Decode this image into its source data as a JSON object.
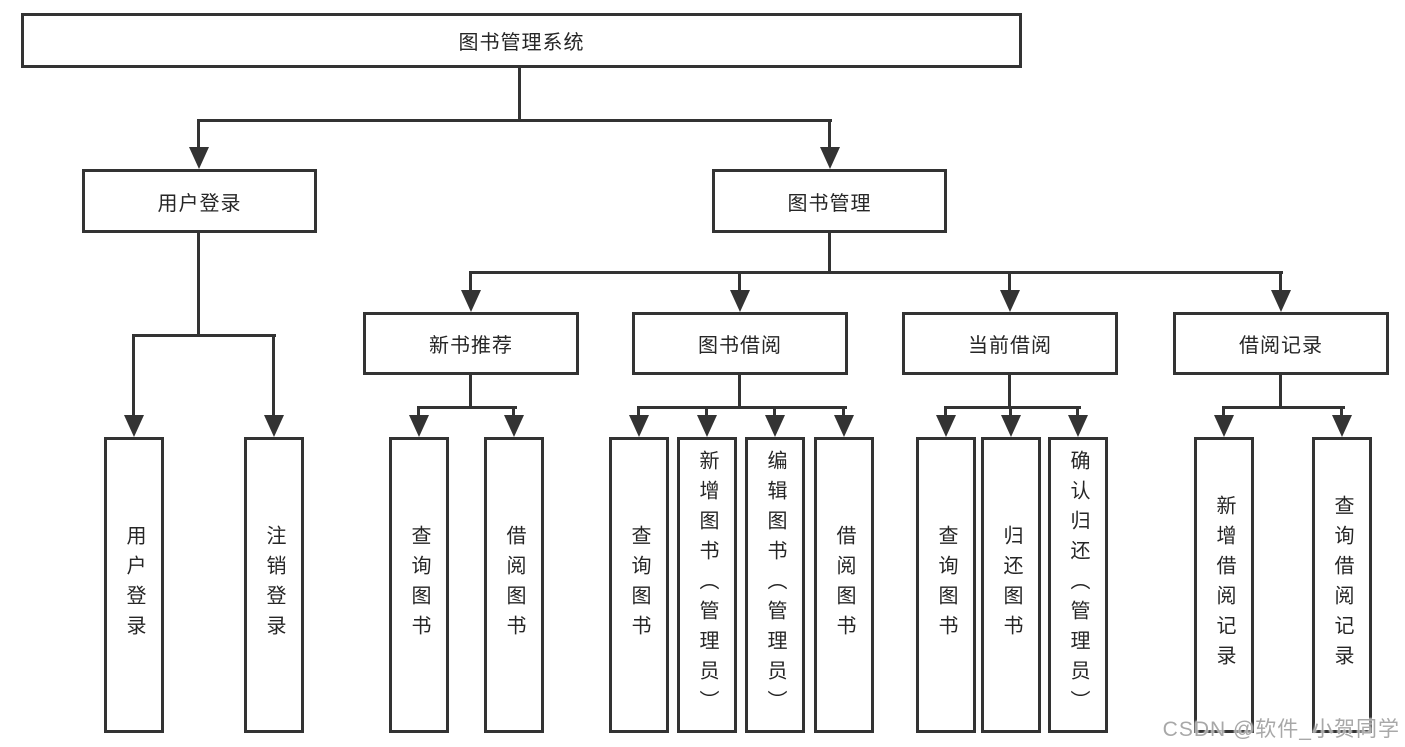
{
  "diagram": {
    "root": {
      "label": "图书管理系统"
    },
    "level2": [
      {
        "label": "用户登录"
      },
      {
        "label": "图书管理"
      }
    ],
    "level3": [
      {
        "label": "新书推荐",
        "parent": "图书管理"
      },
      {
        "label": "图书借阅",
        "parent": "图书管理"
      },
      {
        "label": "当前借阅",
        "parent": "图书管理"
      },
      {
        "label": "借阅记录",
        "parent": "图书管理"
      }
    ],
    "leaves": [
      {
        "label": "用户登录",
        "parent": "用户登录"
      },
      {
        "label": "注销登录",
        "parent": "用户登录"
      },
      {
        "label": "查询图书",
        "parent": "新书推荐"
      },
      {
        "label": "借阅图书",
        "parent": "新书推荐"
      },
      {
        "label": "查询图书",
        "parent": "图书借阅"
      },
      {
        "label": "新增图书（管理员）",
        "parent": "图书借阅"
      },
      {
        "label": "编辑图书（管理员）",
        "parent": "图书借阅"
      },
      {
        "label": "借阅图书",
        "parent": "图书借阅"
      },
      {
        "label": "查询图书",
        "parent": "当前借阅"
      },
      {
        "label": "归还图书",
        "parent": "当前借阅"
      },
      {
        "label": "确认归还（管理员）",
        "parent": "当前借阅"
      },
      {
        "label": "新增借阅记录",
        "parent": "借阅记录"
      },
      {
        "label": "查询借阅记录",
        "parent": "借阅记录"
      }
    ]
  },
  "watermark": {
    "text": "CSDN @软件_小贺同学",
    "color": "#a8a8a8"
  },
  "colors": {
    "line": "#333333",
    "text": "#262626",
    "background": "#ffffff",
    "box_fill": "#ffffff"
  }
}
